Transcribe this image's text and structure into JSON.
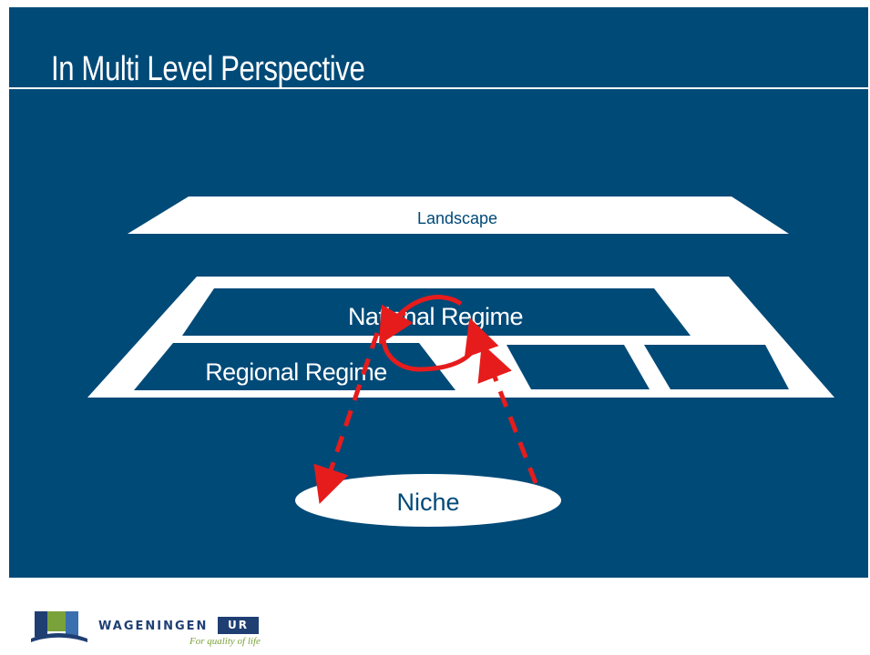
{
  "slide": {
    "title": "In Multi Level Perspective",
    "background_color": "#004a78"
  },
  "diagram": {
    "landscape_label": "Landscape",
    "national_regime_label": "National Regime",
    "regional_regime_label": "Regional Regime",
    "niche_label": "Niche",
    "arrow_color": "#e61c1c",
    "shape_color": "#ffffff"
  },
  "footer": {
    "brand_name": "WAGENINGEN",
    "brand_suffix": "UR",
    "tagline": "For quality of life",
    "logo_icon": "wageningen-logo-icon"
  }
}
